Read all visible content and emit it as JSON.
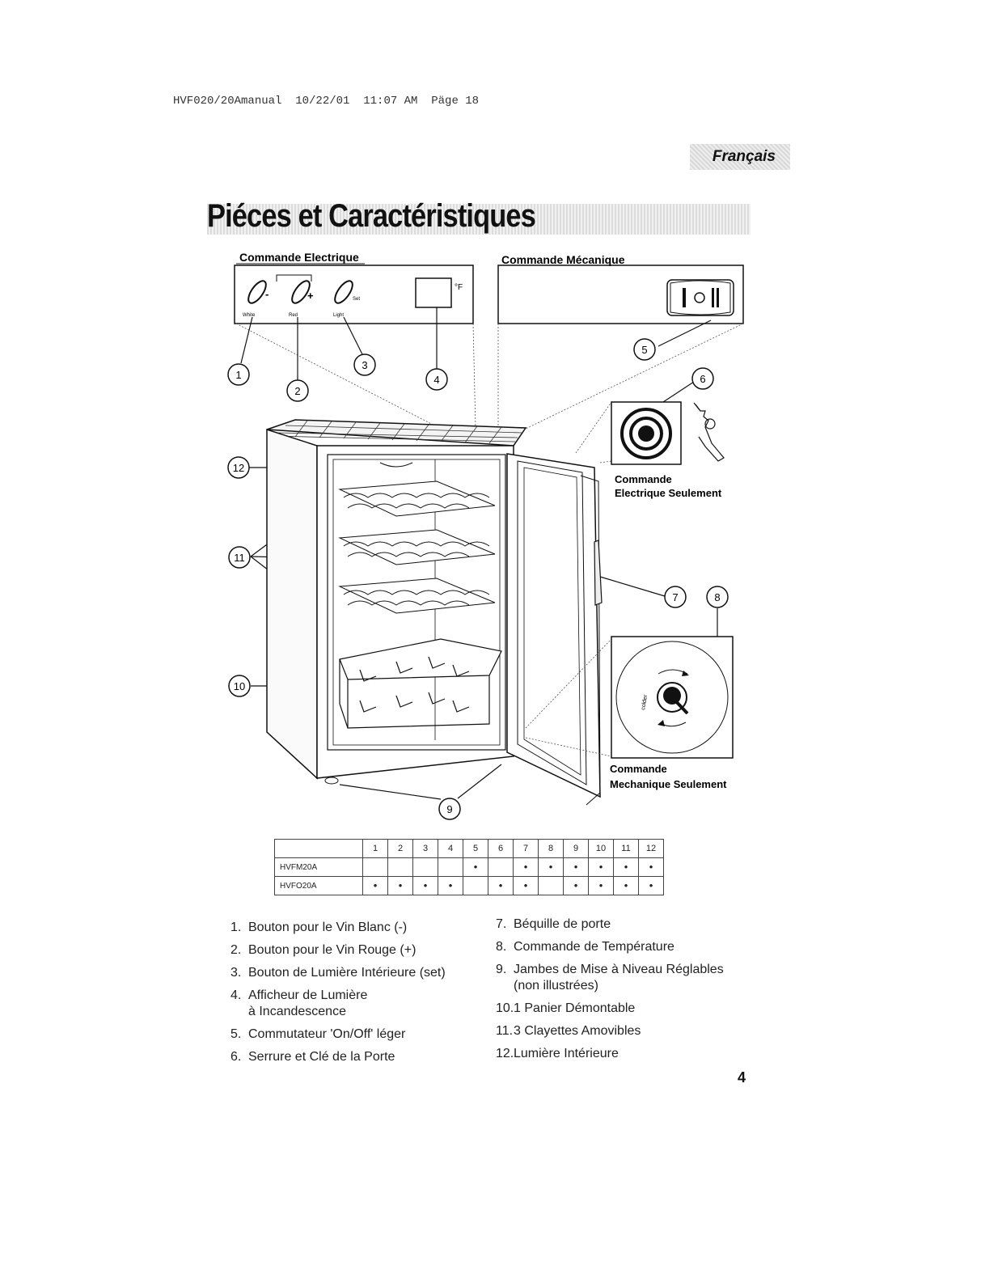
{
  "header": {
    "file_line": "HVF020/20Amanual  10/22/01  11:07 AM  Päge 18",
    "language_tab": "Français"
  },
  "title": "Piéces et Caractéristiques",
  "panels": {
    "electric": {
      "label": "Commande Electrique",
      "button_labels": [
        "White",
        "Red",
        "Light"
      ],
      "button_signs": [
        "-",
        "+",
        "Set"
      ],
      "unit": "°F"
    },
    "mechanical": {
      "label": "Commande Mécanique",
      "switch_symbols": "I O II"
    }
  },
  "insets": {
    "lock_caption_1": "Commande",
    "lock_caption_2": "Electrique Seulement",
    "dial_caption_1": "Commande",
    "dial_caption_2": "Mechanique Seulement",
    "dial_text": "colder"
  },
  "callouts": [
    "1",
    "2",
    "3",
    "4",
    "5",
    "6",
    "7",
    "8",
    "9",
    "10",
    "11",
    "12"
  ],
  "matrix": {
    "columns": [
      "1",
      "2",
      "3",
      "4",
      "5",
      "6",
      "7",
      "8",
      "9",
      "10",
      "11",
      "12"
    ],
    "rows": [
      {
        "model": "HVFM20A",
        "marks": [
          false,
          false,
          false,
          false,
          true,
          false,
          true,
          true,
          true,
          true,
          true,
          true
        ]
      },
      {
        "model": "HVFO20A",
        "marks": [
          true,
          true,
          true,
          true,
          false,
          true,
          true,
          false,
          true,
          true,
          true,
          true
        ]
      }
    ],
    "mark_symbol": "•"
  },
  "features_left": [
    {
      "num": "1.",
      "text": "Bouton pour le Vin Blanc (-)"
    },
    {
      "num": "2.",
      "text": "Bouton pour le Vin Rouge (+)"
    },
    {
      "num": "3.",
      "text": "Bouton de Lumière Intérieure (set)"
    },
    {
      "num": "4.",
      "text": "Afficheur de Lumière",
      "cont": "à Incandescence"
    },
    {
      "num": "5.",
      "text": "Commutateur 'On/Off' léger"
    },
    {
      "num": "6.",
      "text": "Serrure et Clé de la Porte"
    }
  ],
  "features_right": [
    {
      "num": "7.",
      "text": "Béquille de porte"
    },
    {
      "num": "8.",
      "text": "Commande de Température"
    },
    {
      "num": "9.",
      "text": "Jambes de Mise à Niveau Réglables",
      "cont": "(non illustrées)"
    },
    {
      "num": "10.",
      "text": "1 Panier Démontable"
    },
    {
      "num": "11.",
      "text": "3 Clayettes Amovibles"
    },
    {
      "num": "12.",
      "text": "Lumière Intérieure"
    }
  ],
  "page_number": "4"
}
